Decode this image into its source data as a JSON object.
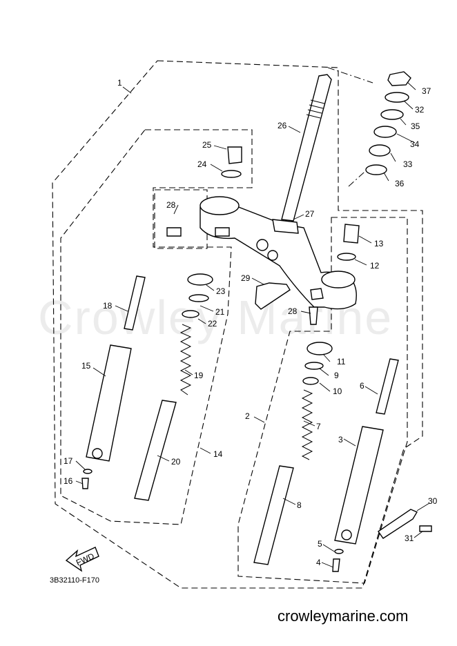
{
  "diagram": {
    "diagram_code": "3B32110-F170",
    "watermark": "Crowley Marine",
    "website": "crowleymarine.com",
    "direction_arrow_label": "FWD",
    "callouts": [
      "1",
      "2",
      "3",
      "4",
      "5",
      "6",
      "7",
      "8",
      "9",
      "10",
      "11",
      "12",
      "13",
      "14",
      "15",
      "16",
      "17",
      "18",
      "19",
      "20",
      "21",
      "22",
      "23",
      "24",
      "25",
      "26",
      "27",
      "28",
      "28",
      "29",
      "30",
      "31",
      "32",
      "33",
      "34",
      "35",
      "36",
      "37"
    ]
  }
}
